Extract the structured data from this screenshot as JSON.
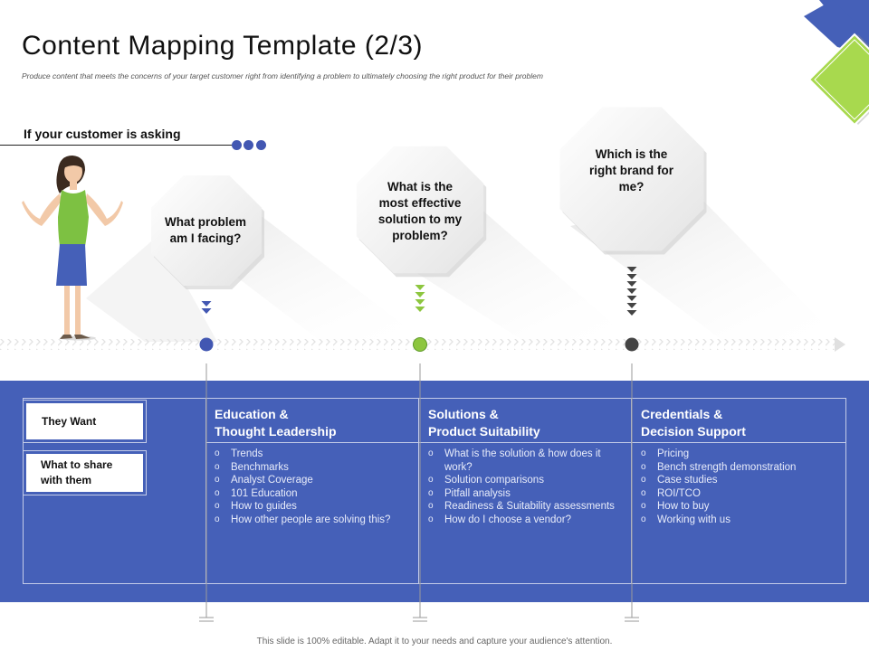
{
  "header": {
    "title": "Content Mapping Template (2/3)",
    "subtitle": "Produce content that meets the concerns of your target customer right from identifying a problem to ultimately choosing the right product for their problem"
  },
  "asking_label": "If your customer is asking",
  "questions": [
    "What problem am I facing?",
    "What is the most effective solution to my problem?",
    "Which is the right brand for me?"
  ],
  "row_labels": {
    "they_want": "They Want",
    "what_to_share": "What to share with them"
  },
  "columns": [
    {
      "heading_line1": "Education &",
      "heading_line2": "Thought Leadership",
      "items": [
        "Trends",
        "Benchmarks",
        "Analyst Coverage",
        "101 Education",
        "How to guides",
        "How other people are solving this?"
      ]
    },
    {
      "heading_line1": "Solutions &",
      "heading_line2": "Product Suitability",
      "items": [
        "What is the solution & how does it work?",
        "Solution comparisons",
        "Pitfall analysis",
        "Readiness & Suitability assessments",
        "How do I choose a vendor?"
      ]
    },
    {
      "heading_line1": "Credentials &",
      "heading_line2": "Decision Support",
      "items": [
        "Pricing",
        "Bench strength demonstration",
        "Case studies",
        "ROI/TCO",
        "How to buy",
        "Working with us"
      ]
    }
  ],
  "bullet_symbol": "o",
  "footer": "This slide is 100% editable. Adapt it to your needs and capture your audience's attention.",
  "colors": {
    "primary_blue": "#4560b8",
    "dark_blue": "#4257b2",
    "green": "#8dc63f",
    "lime": "#a8d94e",
    "dark_gray": "#444444"
  }
}
